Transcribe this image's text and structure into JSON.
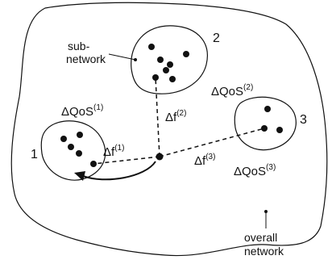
{
  "diagram": {
    "subnetworks": [
      {
        "number": "1",
        "qos_label": "ΔQoS",
        "qos_sup": "(1)",
        "flow_label": "Δf",
        "flow_sup": "(1)"
      },
      {
        "number": "2",
        "qos_label": "ΔQoS",
        "qos_sup": "(2)",
        "flow_label": "Δf",
        "flow_sup": "(2)"
      },
      {
        "number": "3",
        "qos_label": "ΔQoS",
        "qos_sup": "(3)",
        "flow_label": "Δf",
        "flow_sup": "(3)"
      }
    ],
    "callouts": {
      "subnetwork_line1": "sub-",
      "subnetwork_line2": "network",
      "overall_line1": "overall",
      "overall_line2": "network"
    },
    "colors": {
      "ink": "#111111",
      "background": "#ffffff"
    }
  }
}
